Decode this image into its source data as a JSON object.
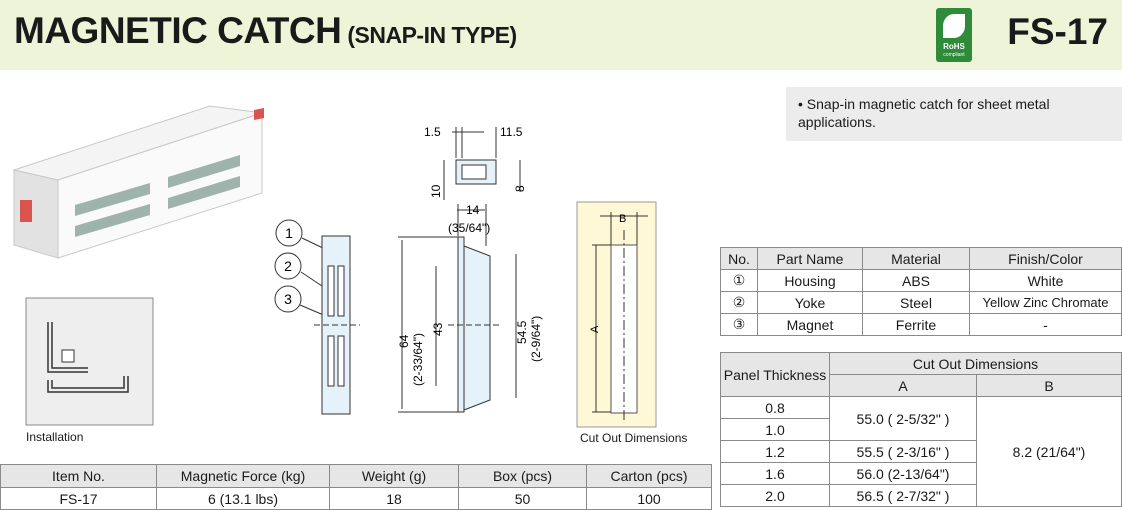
{
  "header": {
    "title": "MAGNETIC CATCH",
    "subtitle": "(SNAP-IN TYPE)",
    "model": "FS-17",
    "rohs_label": "RoHS",
    "rohs_sub": "compliant"
  },
  "feature": "• Snap-in magnetic catch for sheet metal applications.",
  "labels": {
    "installation": "Installation",
    "cutout": "Cut Out Dimensions"
  },
  "drawing": {
    "callouts": [
      "1",
      "2",
      "3"
    ],
    "dims": {
      "top_left": "1.5",
      "top_right": "11.5",
      "h10": "10",
      "h8": "8",
      "w14": "14",
      "w14_in": "(35/64\")",
      "h64": "64",
      "h64_in": "(2-33/64\")",
      "h43": "43",
      "h545": "54.5",
      "h545_in": "(2-9/64\")",
      "b": "B",
      "a": "A"
    }
  },
  "parts_table": {
    "headers": [
      "No.",
      "Part Name",
      "Material",
      "Finish/Color"
    ],
    "rows": [
      [
        "①",
        "Housing",
        "ABS",
        "White"
      ],
      [
        "②",
        "Yoke",
        "Steel",
        "Yellow Zinc Chromate"
      ],
      [
        "③",
        "Magnet",
        "Ferrite",
        "-"
      ]
    ]
  },
  "cutout_table": {
    "panel_header": "Panel Thickness",
    "dims_header": "Cut Out Dimensions",
    "a_header": "A",
    "b_header": "B",
    "thickness": [
      "0.8",
      "1.0",
      "1.2",
      "1.6",
      "2.0"
    ],
    "a_values": [
      "55.0 ( 2-5/32\" )",
      "55.5 ( 2-3/16\" )",
      "56.0 (2-13/64\")",
      "56.5 ( 2-7/32\" )"
    ],
    "b_value": "8.2 (21/64\")"
  },
  "item_table": {
    "headers": [
      "Item No.",
      "Magnetic Force (kg)",
      "Weight (g)",
      "Box (pcs)",
      "Carton (pcs)"
    ],
    "row": [
      "FS-17",
      "6 (13.1 lbs)",
      "18",
      "50",
      "100"
    ]
  }
}
